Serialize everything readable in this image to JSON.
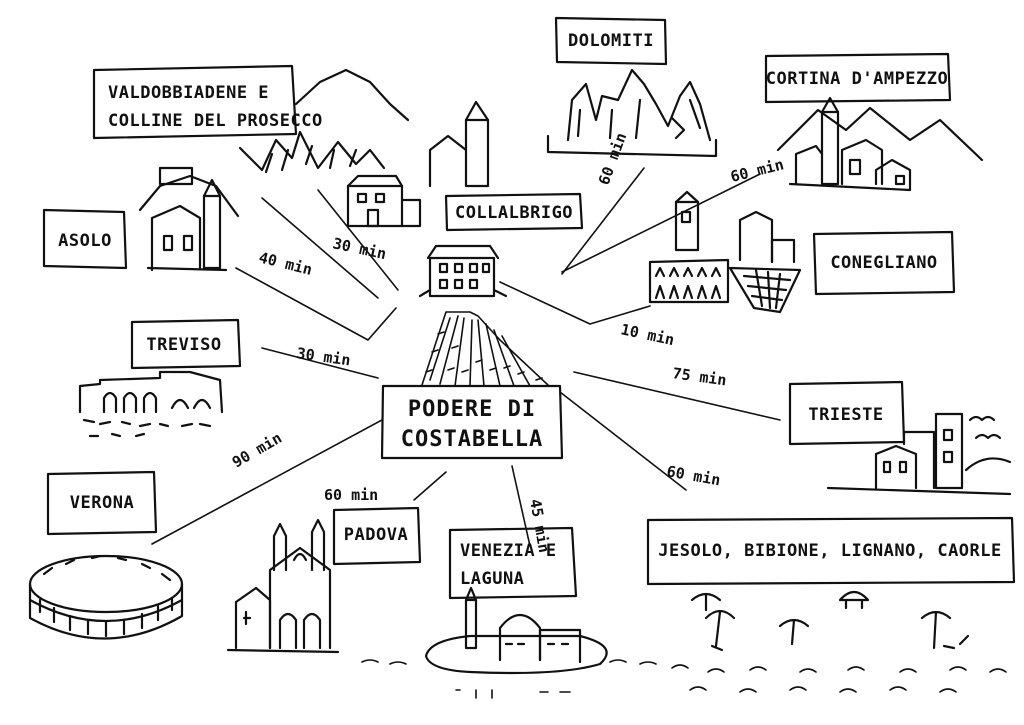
{
  "center": {
    "line1": "PODERE DI",
    "line2": "COSTABELLA"
  },
  "destinations": {
    "dolomiti": {
      "name": "DOLOMITI",
      "time": "60 min"
    },
    "cortina": {
      "name": "CORTINA D'AMPEZZO",
      "time": "60 min"
    },
    "valdobbiadene": {
      "line1": "VALDOBBIADENE E",
      "line2": "COLLINE DEL PROSECCO",
      "time": "40 min"
    },
    "collalbrigo": {
      "name": "COLLALBRIGO",
      "time": "30 min"
    },
    "asolo": {
      "name": "ASOLO"
    },
    "conegliano": {
      "name": "CONEGLIANO",
      "time": "10 min"
    },
    "treviso": {
      "name": "TREVISO",
      "time": "30 min"
    },
    "trieste": {
      "name": "TRIESTE",
      "time": "75 min"
    },
    "verona": {
      "name": "VERONA",
      "time": "90 min"
    },
    "padova": {
      "name": "PADOVA",
      "time": "60 min"
    },
    "venezia": {
      "line1": "VENEZIA E",
      "line2": "LAGUNA",
      "time": "45 min"
    },
    "beaches": {
      "name": "JESOLO, BIBIONE, LIGNANO, CAORLE",
      "time": "60 min"
    }
  }
}
